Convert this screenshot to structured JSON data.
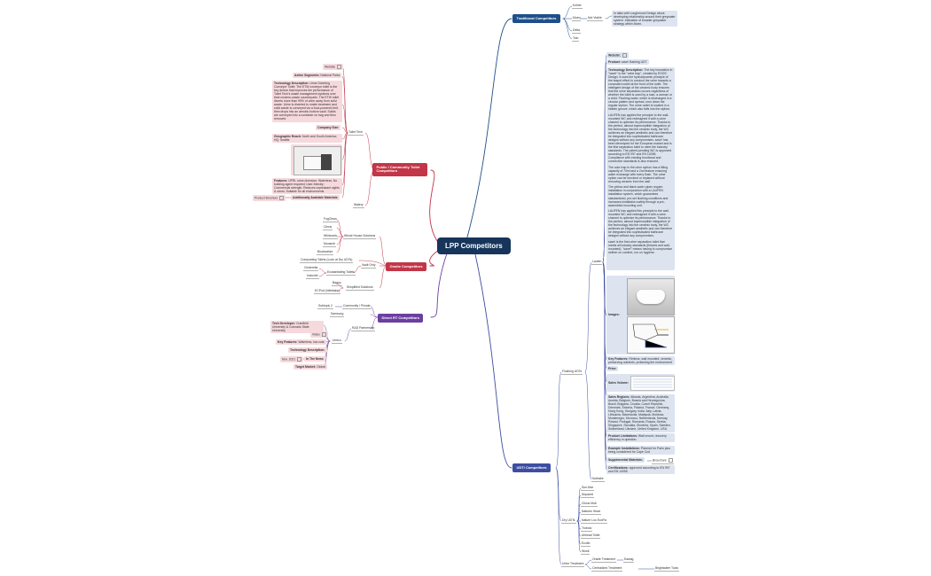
{
  "root": "LPP Competitors",
  "colors": {
    "root": "#17355a",
    "traditional": "#1f4f8a",
    "udt": "#3d4ea0",
    "public": "#c23648",
    "onsite": "#c23648",
    "direct_rt": "#6b3fa0",
    "pink_note": "#f6d9dd",
    "blue_note": "#dde4f0"
  },
  "traditional": {
    "label": "Traditional Competitors",
    "items": [
      "Kohler",
      "Moen",
      "Delta",
      "Toto"
    ],
    "moen_child": "Not Viable",
    "moen_note": "In talks with Loughmund Design about developing relationship around their greywater system. Indication of broader greywater strategy within Moen."
  },
  "udt": {
    "label": "UDT/ Competitors",
    "flushing": "Flushing UDTs",
    "laufen": "Laufen",
    "noritake": "Noritake",
    "details": {
      "website": "Website:",
      "product": "Product:",
      "product_val": "save! flushing UDT",
      "tech_label": "Technology Description:",
      "tech_p1": "The key innovation in \"save!\" is the \"urine trap\", created by EOOS Design. It uses the hydrodynamic principle of the teapot effect to conduct the urine towards a concealed outlet at the front of the toilet. The intelligent design of the ceramic body ensures that the urine separation occurs regardless of whether the toilet is used by a man, a woman or a child. Flushing water, which is discharged in a circular pattern and spread, runs down the regular siphon. The urine outlet is located in a hidden groove, which also falls into the siphon.",
      "tech_p2": "LAUFEN has applied the principle to the wall-mounted WC and redesigned it with a urine channel to optimize its performance. Thanks to the perfect, almost imperceptible integration of the technology into the ceramic body, the WC achieves an elegant aesthetic and can therefore be integrated into sophisticated bathroom designs without any compromises. save! has been developed for the European market and is the first separation toilet to meet the industry standards. The patent-pending WC is approved according to EN 997 and EN 14055. Compliance with existing functional and connection standards is also ensured.",
      "tech_p3": "The odor trap in the urine siphon has a filling capacity of 70ml and a 2nd feature ensuring water exchange with every flush. The urine option can be serviced or replaced without removing ceramic from the wall.",
      "tech_p4": "The yellow and black water pipes require installation in conjunction with a LAUFEN installation system, which guarantees standardized, pre-set flushing conditions and increases installation safety through a pre-assembled mounting unit.",
      "tech_p5": "LAUFEN has applied this principle to the wall-mounted WC and redesigned it with a urine channel to optimize its performance. Thanks to the perfect, almost imperceptible integration of the technology into the ceramic body, the WC achieves an elegant aesthetic and can therefore be integrated into sophisticated bathroom designs without any compromises.",
      "tech_p6": "save! is the first urine separation toilet that meets all industry standards (fixtures and wall-mounted). \"save!\" means having to compromise neither on comfort, nor on hygiene.",
      "images": "Images:",
      "key_features_label": "Key Features:",
      "key_features_val": "Rimless, wall mounted, ceramic, preserving nutrients, protecting the environment",
      "price": "Price:",
      "sales_volume": "Sales Volume:",
      "sales_regions_label": "Sales Regions:",
      "sales_regions_val": "Albania, Argentina, Australia, Austria, Belgium, Bosnia and Herzegovina, Brazil, Bulgaria, Croatia, Czech Republic, Denmark, Estonia, Finland, France, Germany, Hong Kong, Hungary, India, Italy, Latvia, Lithuania, Macedonia, Malaysia, Moldova, Montenegro, Morocco, Netherlands, Norway, Poland, Portugal, Romania, Russia, Serbia, Singapore, Slovakia, Slovenia, Spain, Sweden, Switzerland, Ukraine, United Kingdom, USA",
      "limitations_label": "Product Limitations:",
      "limitations_val": "Wall mount, recovery efficiency in question.",
      "example_label": "Example Installations:",
      "example_val": "Planned for Paris plus being considered for Cape Cod",
      "supp_label": "Supplemental Materials:",
      "supp_child": "Brouchure",
      "cert_label": "Certifications:",
      "cert_val": "approved according to EN 997 and EN 14055"
    },
    "dry": "Dry UDTs",
    "dry_items": [
      "Sun-Mar",
      "Separett",
      "Clivus Mult",
      "Natures Head",
      "Nature Loo EcoFlo",
      "Trobolo",
      "Airhead Toilet",
      "Ecoflo",
      "Wostl"
    ],
    "urine": "Urine Treatment",
    "onsite_treatment": "Onsite Treatment",
    "onsite_child": "Eawag",
    "central_treatment": "Centralized Treatment",
    "central_child": "Brightwater Tools"
  },
  "public": {
    "label": "Public / Community Toilet Competitors",
    "item1": "Toilet Tech",
    "website": "Website",
    "active_label": "Active Segments:",
    "active_val": "National Parks",
    "tech_label": "Technology Description:",
    "tech_val": "Urine Diverting Conveyor Toilet: The ETW conveyor toilet is the key device that improves the performance of Toilet Tech's waste management systems over their modern-waste counterparts. The ETW toilet diverts more than 99% of urine away from solid waste. Urine is diverted to onsite treatment and solid waste is conveyed via a food-powered belt, then drops into an aerobic bottom vault. Solids are conveyed into a container on bag and then removed.",
    "company_size": "Company Size:",
    "geo_label": "Geographic Reach:",
    "geo_val": "North and South America; HQ: Seattle",
    "features_label": "Features:",
    "features_val": "UPRL urine diversion; Waterless; No building agent required; User-friendly; Commercial strength; Reduces unpleasant sights & odors; Suitable for all environments",
    "additional": "Additionally Available Materials",
    "product_brochure": "Product Brochure",
    "item2": "Watery"
  },
  "onsite": {
    "label": "Onsite Competitors",
    "whole_house": "Whole House Solutions",
    "whole_items": [
      "FogClean",
      "Clivus",
      "Whitcomb",
      "Monarch",
      "Biodovalize"
    ],
    "composting": "Composting Toilets (Look at Dry UDTs)",
    "vault": "Vault Only",
    "ecosan": "Ecosanitating Toilets",
    "ecosan_items": [
      "Cinderella",
      "Incinolet"
    ],
    "simplified": "Simplified Solutions",
    "simplified_items": [
      "Bagno",
      "ECPod (Infinitaire)"
    ]
  },
  "direct": {
    "label": "Direct RT Competitors",
    "community": "Community / Private",
    "subtopic": "Subtopic 2",
    "samsung": "Samsung",
    "rd": "R&D Partnership",
    "umicu": "Umicu",
    "tech_dev_label": "Tech Developer:",
    "tech_dev_val": "Cranfield University & Colorado State University",
    "video": "Video",
    "key_features_label": "Key Features:",
    "key_features_val": "Waterless, low cost,",
    "tech_desc": "Technology Description:",
    "in_news": "In The News",
    "nov_date": "Nov. 2021",
    "target_label": "Target Market:",
    "target_val": "Global"
  }
}
